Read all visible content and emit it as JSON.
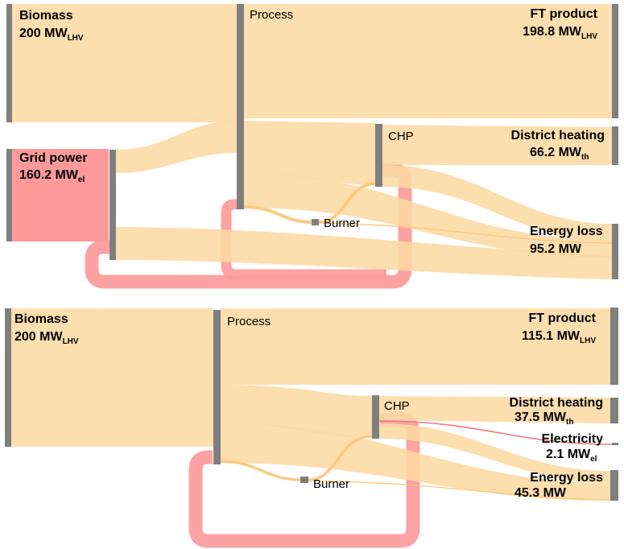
{
  "diagrams": [
    {
      "nodes": {
        "biomass": {
          "name": "Biomass",
          "value": "200 MW",
          "unit_sub": "LHV"
        },
        "grid_power": {
          "name": "Grid power",
          "value": "160.2 MW",
          "unit_sub": "el"
        },
        "process": {
          "name": "Process"
        },
        "chp": {
          "name": "CHP"
        },
        "burner": {
          "name": "Burner"
        },
        "ft_product": {
          "name": "FT product",
          "value": "198.8 MW",
          "unit_sub": "LHV"
        },
        "district_heating": {
          "name": "District heating",
          "value": "66.2 MW",
          "unit_sub": "th"
        },
        "energy_loss": {
          "name": "Energy loss",
          "value": "95.2 MW"
        }
      }
    },
    {
      "nodes": {
        "biomass": {
          "name": "Biomass",
          "value": "200 MW",
          "unit_sub": "LHV"
        },
        "process": {
          "name": "Process"
        },
        "chp": {
          "name": "CHP"
        },
        "burner": {
          "name": "Burner"
        },
        "ft_product": {
          "name": "FT product",
          "value": "115.1 MW",
          "unit_sub": "LHV"
        },
        "district_heating": {
          "name": "District heating",
          "value": "37.5 MW",
          "unit_sub": "th"
        },
        "electricity": {
          "name": "Electricity",
          "value": "2.1 MW",
          "unit_sub": "el"
        },
        "energy_loss": {
          "name": "Energy loss",
          "value": "45.3 MW"
        }
      }
    }
  ],
  "colors": {
    "heat_flow": "#fdd9a3",
    "power_flow": "#fc9a9a",
    "grid_node": "#fc9a9a",
    "node_bar": "#7f7f7f"
  }
}
